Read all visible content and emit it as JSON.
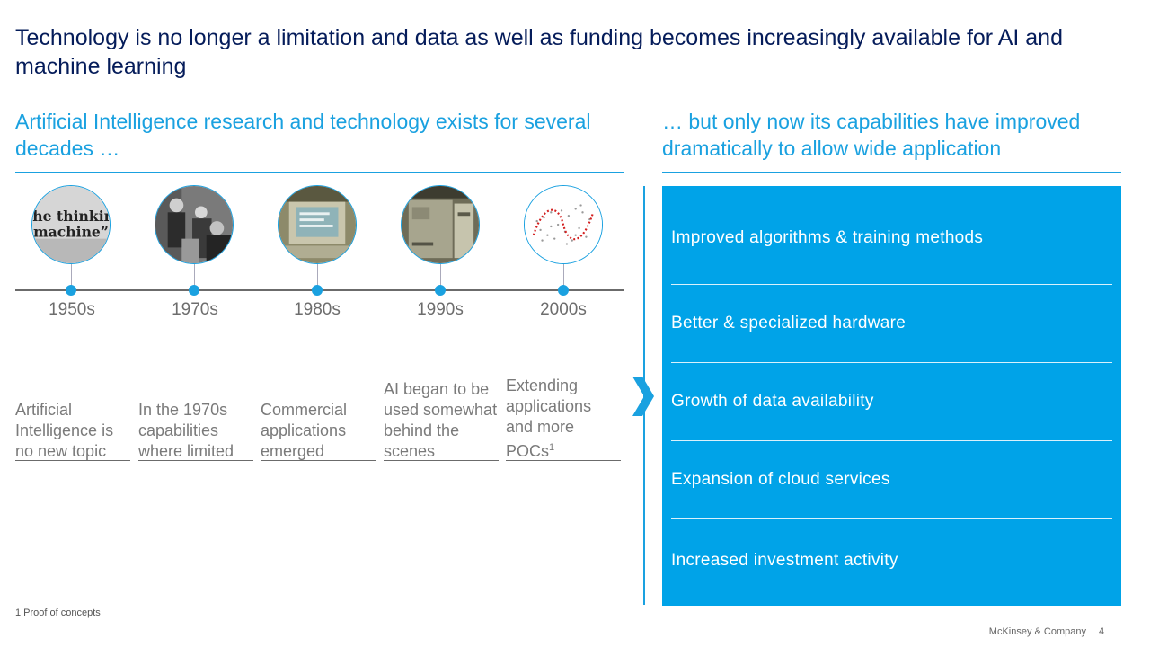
{
  "title": "Technology is no longer a limitation and data as well as funding becomes increasingly available for AI and machine learning",
  "left": {
    "heading": "Artificial Intelligence research and technology exists for several decades …",
    "timeline": [
      {
        "decade": "1950s",
        "image": "thinking-machine-photo",
        "description": "Artificial Intelligence is no new topic"
      },
      {
        "decade": "1970s",
        "image": "researchers-photo",
        "description": "In the 1970s capabilities where limited"
      },
      {
        "decade": "1980s",
        "image": "computer-terminal-photo",
        "description": "Commercial applications emerged"
      },
      {
        "decade": "1990s",
        "image": "server-machine-photo",
        "description": "AI began to be used somewhat behind the scenes"
      },
      {
        "decade": "2000s",
        "image": "scatter-plot-graphic",
        "description": "Extending applications and more POCs",
        "footnote_marker": "1"
      }
    ]
  },
  "right": {
    "heading": "… but only now its capabilities have improved dramatically to allow wide application",
    "drivers": [
      "Improved algorithms & training methods",
      "Better & specialized hardware",
      "Growth of data availability",
      "Expansion of cloud services",
      "Increased investment activity"
    ]
  },
  "photo_text": {
    "thinking_machine": "“the thinking machine”"
  },
  "footnote": "1 Proof of concepts",
  "footer": {
    "company": "McKinsey & Company",
    "page": "4"
  },
  "colors": {
    "accent": "#1aa1e0",
    "panel": "#00a3e8",
    "title": "#051c5a"
  }
}
